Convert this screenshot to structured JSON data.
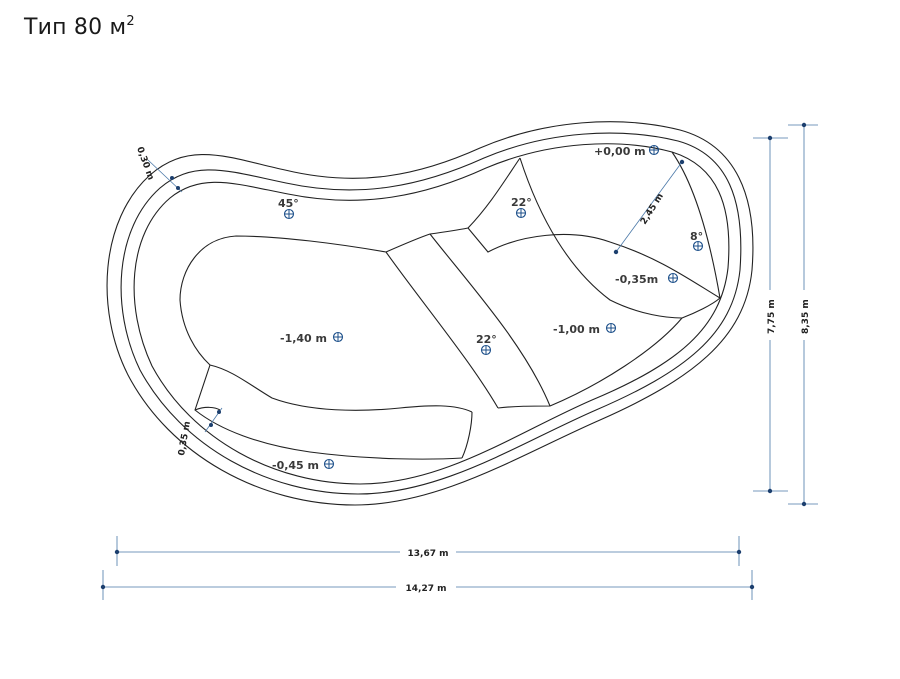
{
  "title": "Тип 80 м",
  "title_sup": "2",
  "depth_labels": {
    "top": "+0,00 m",
    "shallow_step": "-0,35m",
    "main": "-1,40 m",
    "middle": "-1,00 m",
    "bench": "-0,45 m"
  },
  "angles": {
    "left_slope": "45°",
    "upper_step": "22°",
    "right_slope": "8°",
    "center_slope": "22°"
  },
  "dimensions": {
    "wall_top": "0,30 m",
    "wall_bottom": "0,35 m",
    "step_width": "2,45 m",
    "inner_height": "7,75 m",
    "outer_height": "8,35 m",
    "inner_width": "13,67 m",
    "outer_width": "14,27 m"
  }
}
